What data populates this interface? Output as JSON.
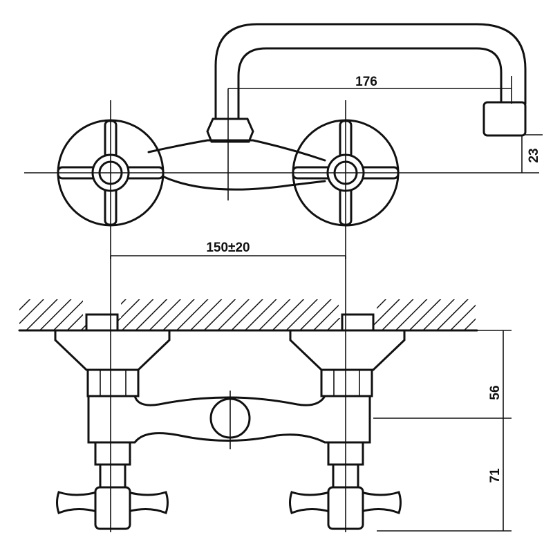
{
  "title": "Wall-mounted faucet technical drawing",
  "dimensions": {
    "spout_reach": "176",
    "spout_height": "23",
    "center_distance": "150±20",
    "wall_to_axis": "56",
    "axis_to_handle": "71"
  }
}
